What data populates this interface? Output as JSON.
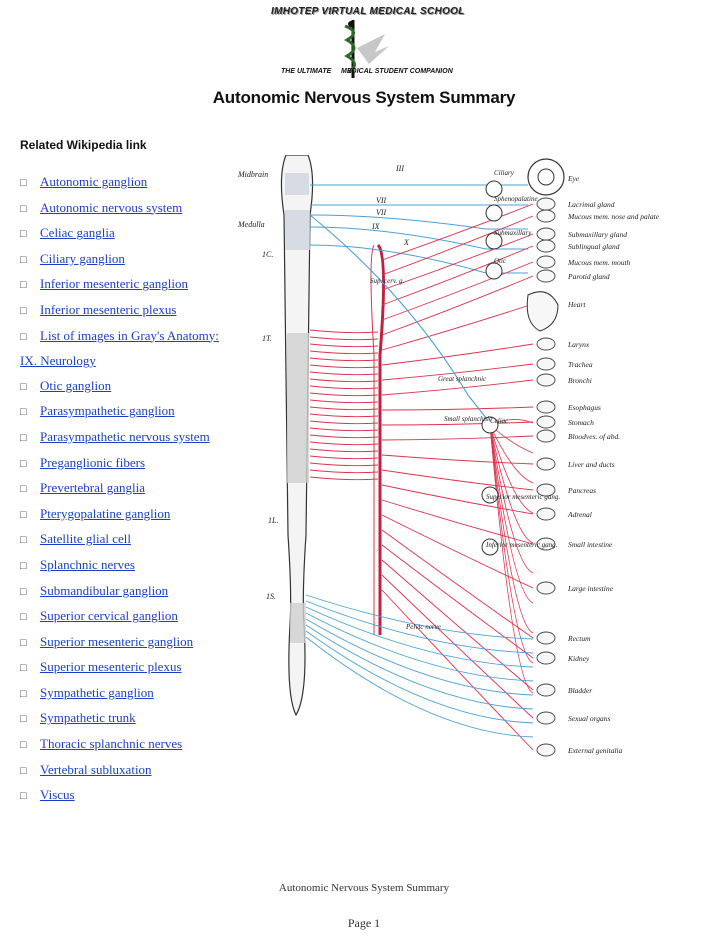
{
  "header": {
    "school": "IMHOTEP VIRTUAL MEDICAL SCHOOL",
    "tagline": "THE ULTIMATE     MEDICAL STUDENT COMPANION"
  },
  "title": "Autonomic Nervous System Summary",
  "related_heading": "Related Wikipedia link",
  "links": [
    "Autonomic ganglion",
    "Autonomic nervous system",
    "Celiac ganglia",
    "Ciliary ganglion",
    "Inferior mesenteric ganglion",
    "Inferior mesenteric plexus",
    "List of images in Gray's Anatomy: IX. Neurology",
    "Otic ganglion",
    "Parasympathetic ganglion",
    "Parasympathetic nervous system",
    "Preganglionic fibers",
    "Prevertebral ganglia",
    "Pterygopalatine ganglion",
    "Satellite glial cell",
    "Splanchnic nerves",
    "Submandibular ganglion",
    "Superior cervical ganglion",
    "Superior mesenteric ganglion",
    "Superior mesenteric plexus",
    "Sympathetic ganglion",
    "Sympathetic trunk",
    "Thoracic splanchnic nerves",
    "Vertebral subluxation",
    "Viscus"
  ],
  "diagram": {
    "regions": [
      "Midbrain",
      "Medulla",
      "1C.",
      "1T.",
      "1L.",
      "1S."
    ],
    "nerves": [
      "III",
      "VII",
      "VII",
      "IX",
      "X"
    ],
    "ganglia": [
      "Ciliary",
      "Sphenopalatine",
      "Submaxillary",
      "Otic",
      "Sup. cerv. g.",
      "Celiac",
      "Great splanchnic",
      "Small splanchnic",
      "Superior mesenteric gang.",
      "Inferior mesenteric gang.",
      "Pelvic nerve"
    ],
    "organs": [
      "Eye",
      "Lacrimal gland",
      "Mucous mem. nose and palate",
      "Submaxillary gland",
      "Sublingual gland",
      "Mucous mem. mouth",
      "Parotid gland",
      "Heart",
      "Larynx",
      "Trachea",
      "Bronchi",
      "Esophagus",
      "Stomach",
      "Bloodves. of abd.",
      "Liver and ducts",
      "Pancreas",
      "Adrenal",
      "Small intestine",
      "Large intestine",
      "Rectum",
      "Kidney",
      "Bladder",
      "Sexual organs",
      "External genitalia"
    ],
    "colors": {
      "sympathetic": "#e0304a",
      "parasympathetic": "#4aa0d8",
      "outline": "#333333"
    }
  },
  "footer": {
    "title": "Autonomic Nervous System Summary",
    "page": "Page 1"
  }
}
